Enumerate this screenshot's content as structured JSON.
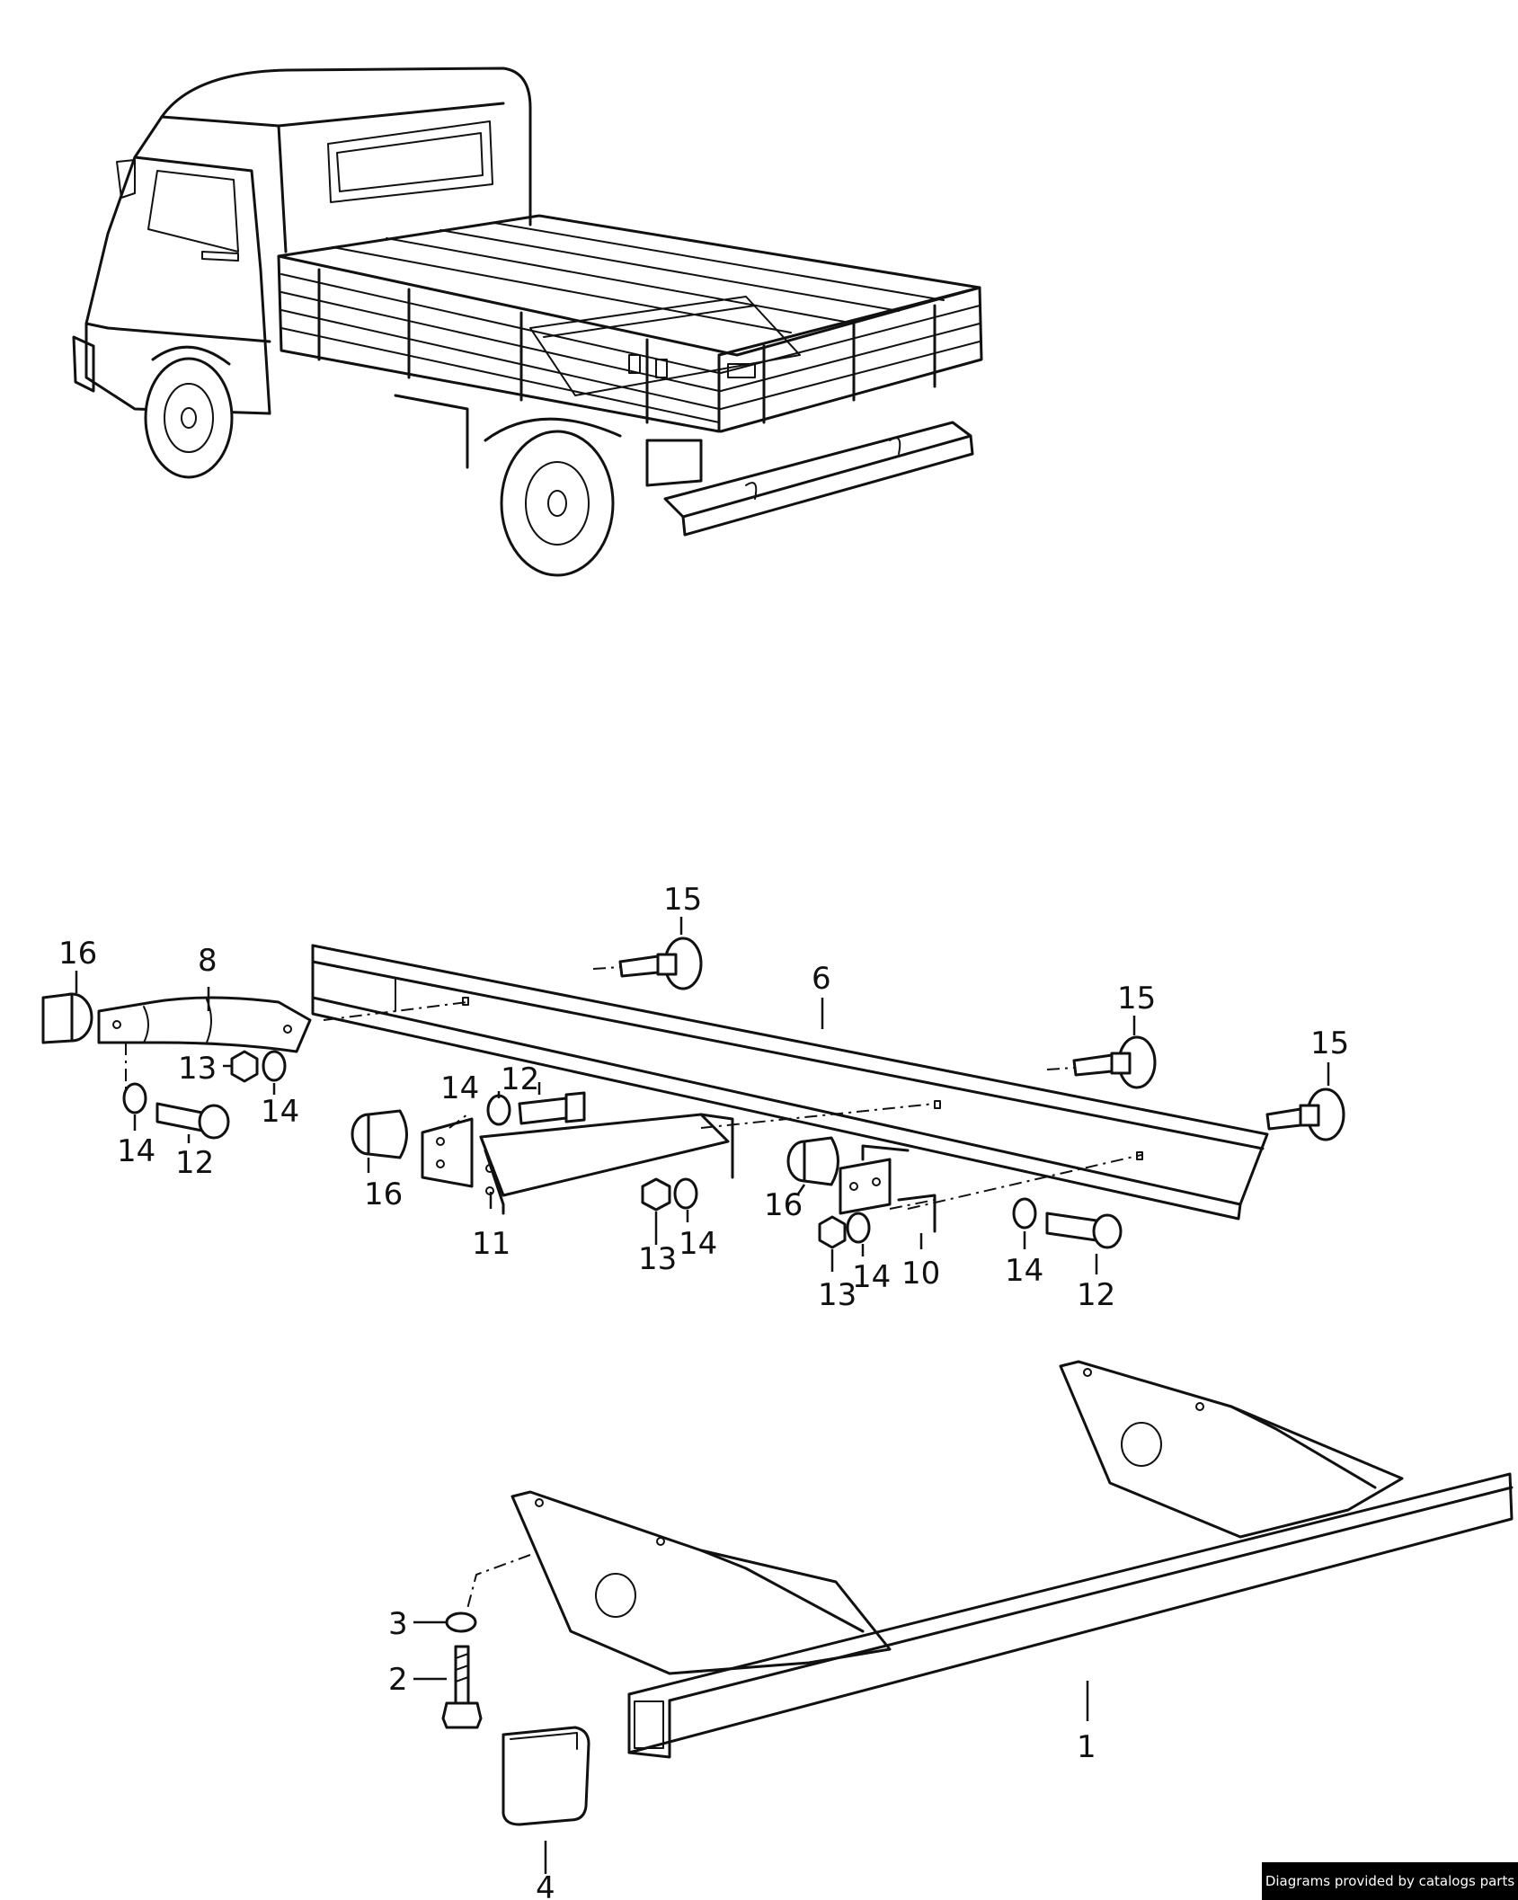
{
  "callouts": {
    "c1": "1",
    "c2": "2",
    "c3": "3",
    "c4": "4",
    "c6": "6",
    "c8": "8",
    "c10": "10",
    "c11": "11",
    "c12a": "12",
    "c12b": "12",
    "c12c": "12",
    "c13a": "13",
    "c13b": "13",
    "c13c": "13",
    "c14a": "14",
    "c14b": "14",
    "c14c": "14",
    "c14d": "14",
    "c14e": "14",
    "c14f": "14",
    "c15a": "15",
    "c15b": "15",
    "c15c": "15",
    "c16a": "16",
    "c16b": "16",
    "c16c": "16"
  },
  "footer": {
    "credit": "Diagrams provided by catalogs parts"
  }
}
